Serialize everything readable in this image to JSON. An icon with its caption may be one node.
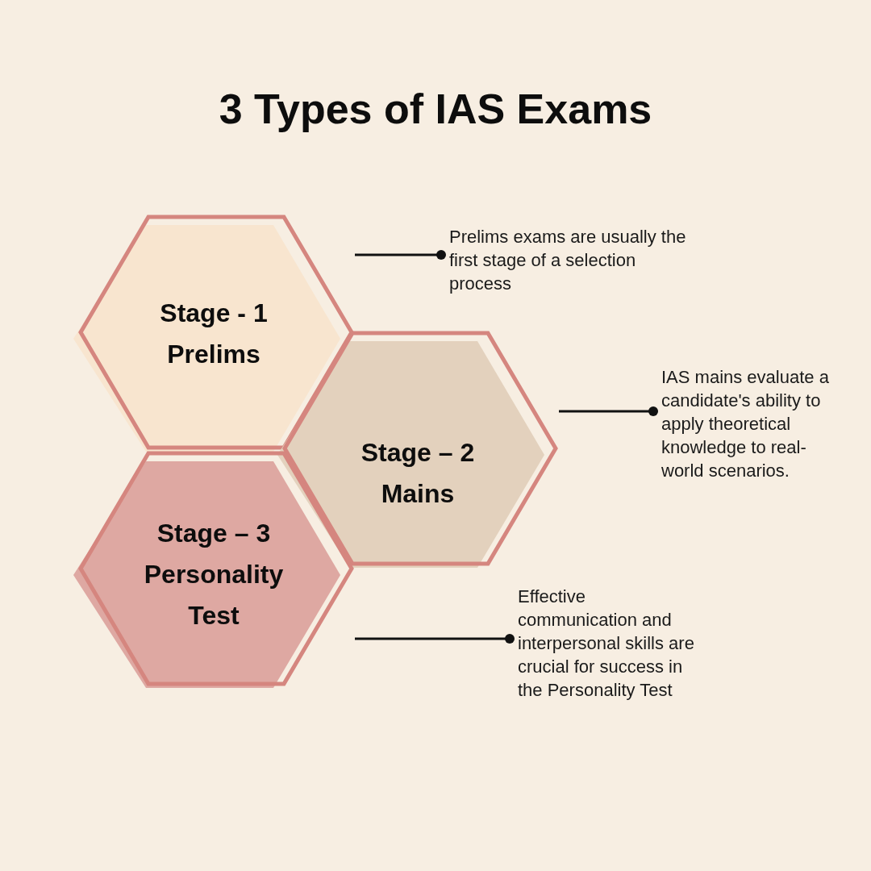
{
  "diagram": {
    "title": "3 Types of IAS Exams",
    "nodes": [
      {
        "text": [
          "Stage - 1 Prelims"
        ]
      },
      {
        "text": [
          "Prelims exams are usually the first stage of a selection process"
        ]
      },
      {
        "text": [
          "Stage – 2 Mains"
        ]
      },
      {
        "text": [
          "IAS mains evaluate a candidate's ability to apply theoretical knowledge to real-world scenarios."
        ]
      },
      {
        "text": [
          "Stage – 3 Personality Test"
        ]
      },
      {
        "text": [
          "Effective communication and interpersonal skills are crucial for success in the Personality Test"
        ]
      }
    ],
    "edges": [
      {
        "from": 0,
        "to": 1,
        "arrow": "other"
      },
      {
        "from": 2,
        "to": 3,
        "arrow": "other"
      },
      {
        "from": 4,
        "to": 5,
        "arrow": "other"
      }
    ]
  }
}
